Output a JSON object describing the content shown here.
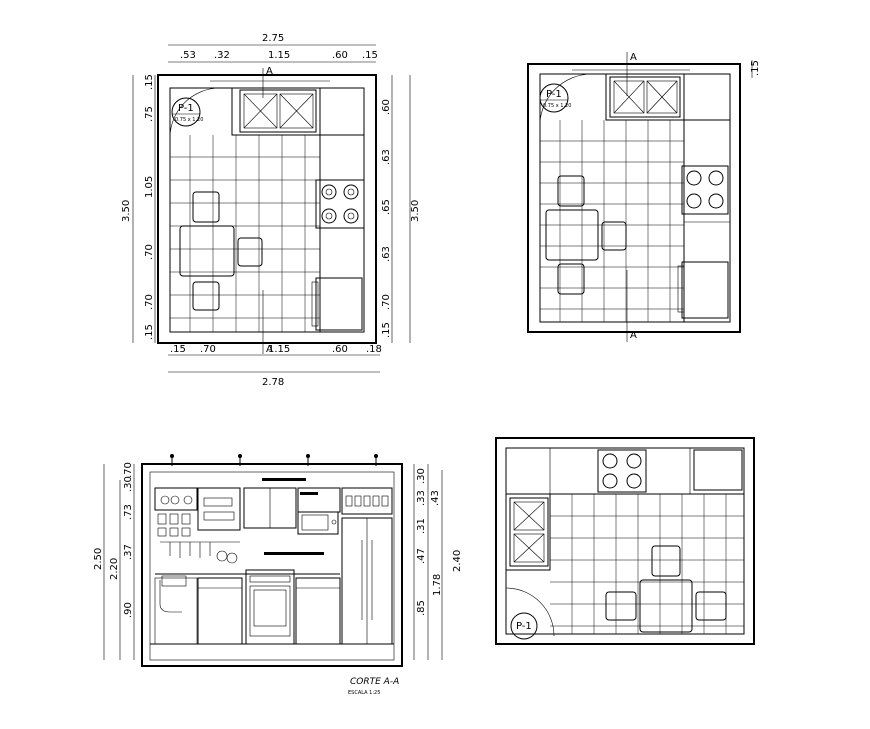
{
  "plan1": {
    "top_total": "2.75",
    "top_parts": [
      ".53",
      ".32",
      "1.15",
      ".60",
      ".15"
    ],
    "bottom_total": "2.78",
    "bottom_parts": [
      ".15",
      ".70",
      "1.15",
      ".60",
      ".18"
    ],
    "left_total": "3.50",
    "left_parts": [
      ".15",
      ".75",
      "1.05",
      ".70",
      ".70",
      ".15"
    ],
    "right_total": "3.50",
    "right_parts": [
      ".60",
      ".63",
      ".65",
      ".63",
      ".70",
      ".15"
    ],
    "section_mark": "A",
    "door_tag": "P-1",
    "door_tag_sub": "0.75 x 1.20"
  },
  "plan2": {
    "section_mark": "A",
    "door_tag": "P-1",
    "door_tag_sub": "0.75 x 1.20",
    "side_dim": ".15"
  },
  "plan3": {
    "door_tag": "P-1"
  },
  "elevation": {
    "title": "CORTE A-A",
    "subtitle": "ESCALA 1:25",
    "left_outer": "2.50",
    "left_inner": "2.20",
    "left_parts": [
      ".70",
      ".30",
      ".73",
      ".37",
      ".90"
    ],
    "right_outer": "2.40",
    "right_inner": "1.78",
    "right_parts": [
      ".30",
      ".33",
      ".43",
      ".31",
      ".47",
      ".85"
    ]
  }
}
